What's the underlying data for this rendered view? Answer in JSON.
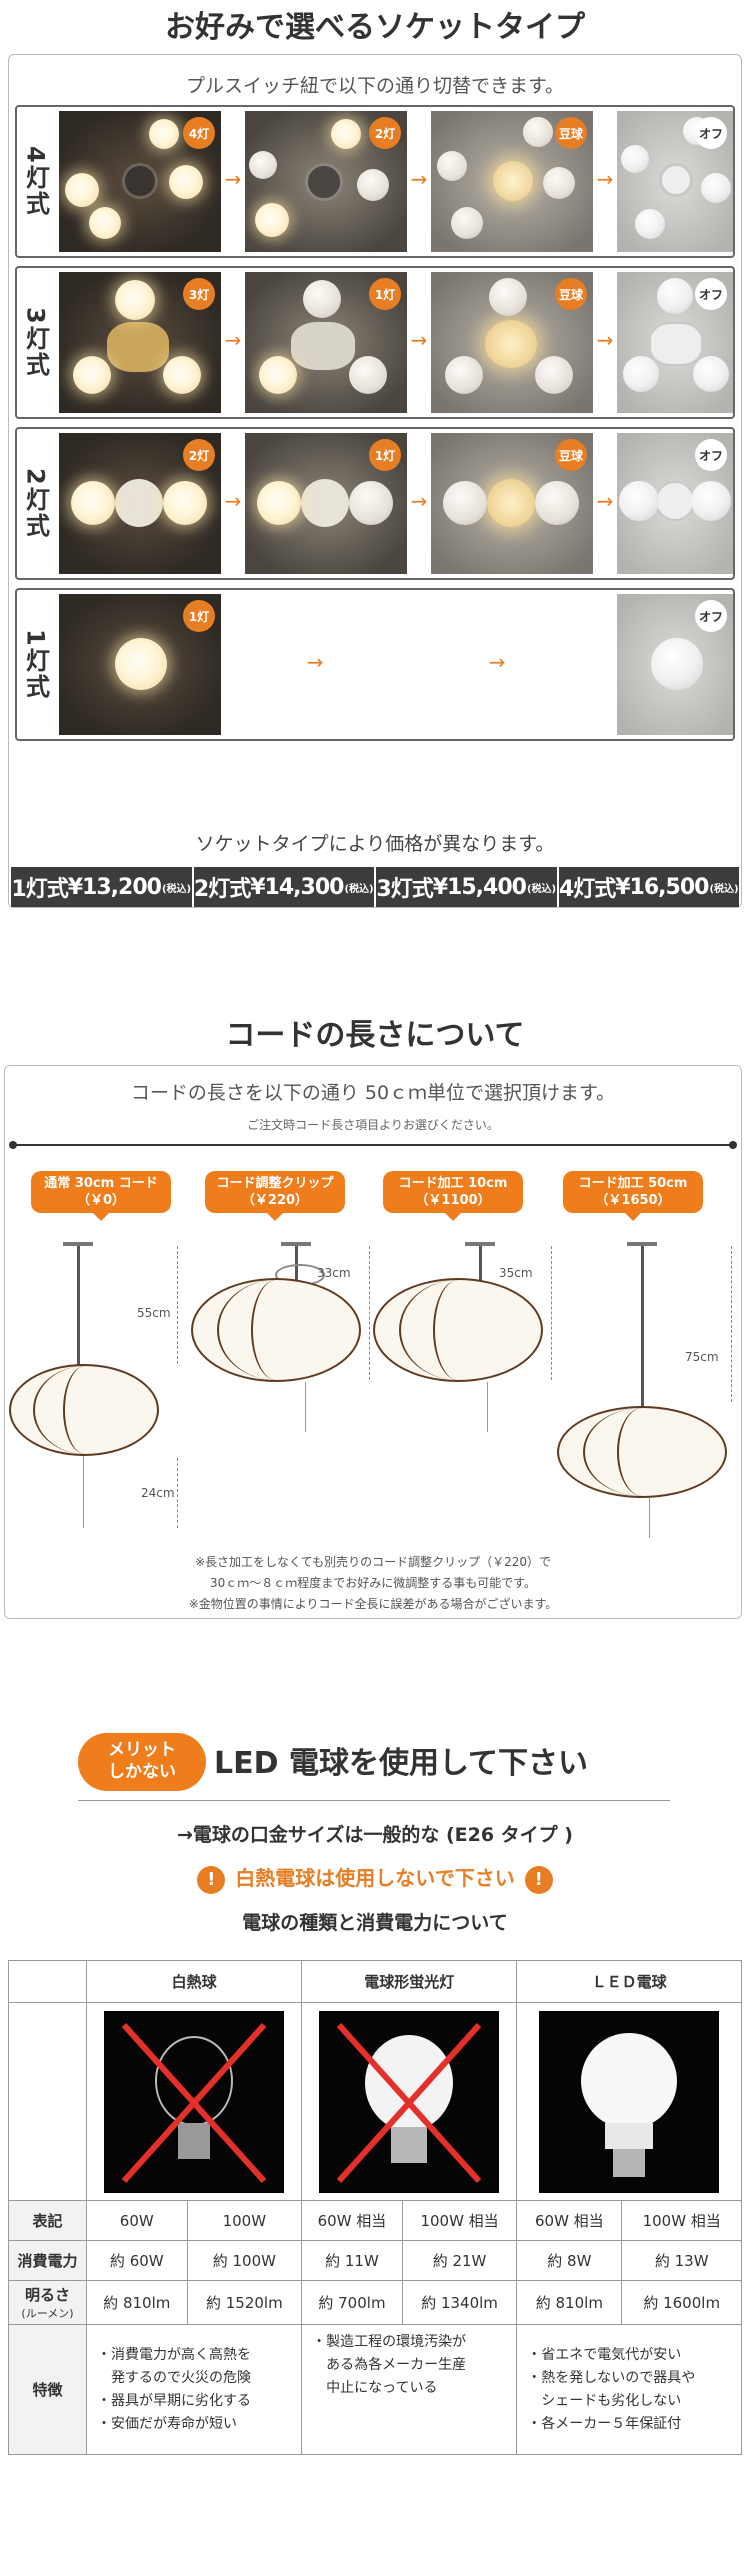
{
  "section1": {
    "title": "お好みで選べるソケットタイプ",
    "intro": "プルスイッチ紐で以下の通り切替できます。",
    "rows": [
      {
        "label": "4灯式",
        "states": [
          "4灯",
          "2灯",
          "豆球",
          "オフ"
        ]
      },
      {
        "label": "3灯式",
        "states": [
          "3灯",
          "1灯",
          "豆球",
          "オフ"
        ]
      },
      {
        "label": "2灯式",
        "states": [
          "2灯",
          "1灯",
          "豆球",
          "オフ"
        ]
      },
      {
        "label": "1灯式",
        "states": [
          "1灯",
          "オフ"
        ]
      }
    ],
    "arrow": "→",
    "note": "ソケットタイプにより価格が異なります。",
    "prices": [
      {
        "type": "1灯式",
        "price": "¥13,200",
        "tax": "(税込)"
      },
      {
        "type": "2灯式",
        "price": "¥14,300",
        "tax": "(税込)"
      },
      {
        "type": "3灯式",
        "price": "¥15,400",
        "tax": "(税込)"
      },
      {
        "type": "4灯式",
        "price": "¥16,500",
        "tax": "(税込)"
      }
    ]
  },
  "section2": {
    "title": "コードの長さについて",
    "lead": "コードの長さを以下の通り 50ｃｍ単位で選択頂けます。",
    "sub": "ご注文時コード長さ項目よりお選びください。",
    "options": [
      {
        "line1": "通常 30cm コード",
        "line2": "（￥0）"
      },
      {
        "line1": "コード調整クリップ",
        "line2": "（￥220）"
      },
      {
        "line1": "コード加工 10cm",
        "line2": "（￥1100）"
      },
      {
        "line1": "コード加工 50cm",
        "line2": "（￥1650）"
      }
    ],
    "dims": [
      "55cm",
      "24cm",
      "33cm",
      "35cm",
      "75cm"
    ],
    "notes": [
      "※長さ加工をしなくても別売りのコード調整クリップ（￥220）で",
      "30ｃｍ～８ｃｍ程度までお好みに微調整する事も可能です。",
      "※金物位置の事情によりコード全長に誤差がある場合がございます。"
    ]
  },
  "section3": {
    "merit": [
      "メリット",
      "しかない"
    ],
    "heading": "LED 電球を使用して下さい",
    "sub1": "→電球の口金サイズは一般的な (E26 タイプ )",
    "warn_icon": "!",
    "warning": "白熱電球は使用しないで下さい",
    "sub2": "電球の種類と消費電力について",
    "table": {
      "types": [
        "白熱球",
        "電球形蛍光灯",
        "ＬＥＤ電球"
      ],
      "rows": [
        {
          "label": "表記",
          "cells": [
            "60W",
            "100W",
            "60W 相当",
            "100W 相当",
            "60W 相当",
            "100W 相当"
          ]
        },
        {
          "label": "消費電力",
          "cells": [
            "約 60W",
            "約 100W",
            "約 11W",
            "約 21W",
            "約 8W",
            "約 13W"
          ]
        },
        {
          "label": "明るさ",
          "label_sub": "(ルーメン)",
          "cells": [
            "約 810lm",
            "約 1520lm",
            "約 700lm",
            "約 1340lm",
            "約 810lm",
            "約 1600lm"
          ]
        }
      ],
      "feature_label": "特徴",
      "features": [
        [
          "・消費電力が高く高熱を",
          "　発するので火災の危険",
          "・器具が早期に劣化する",
          "・安価だが寿命が短い"
        ],
        [
          "・製造工程の環境汚染が",
          "　ある為各メーカー生産",
          "　中止になっている"
        ],
        [
          "・省エネで電気代が安い",
          "・熱を発しないので器具や",
          "　シェードも劣化しない",
          "・各メーカー５年保証付"
        ]
      ]
    }
  }
}
